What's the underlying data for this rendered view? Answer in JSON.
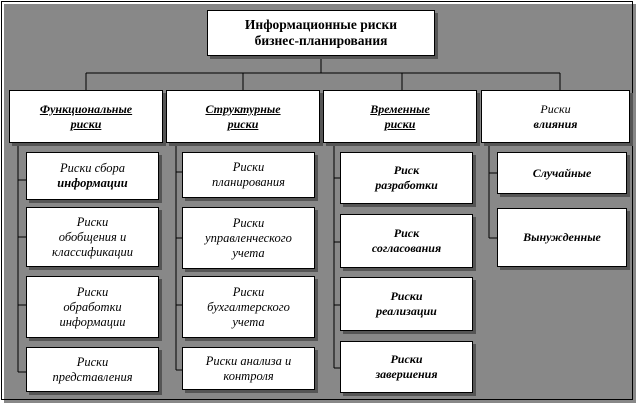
{
  "root": {
    "line1": "Информационные риски",
    "line2": "бизнес-планирования"
  },
  "categories": [
    {
      "line1": "Функциональные",
      "line2": "риски",
      "items": [
        {
          "lines": [
            "Риски сбора",
            "информации"
          ]
        },
        {
          "lines": [
            "Риски",
            "обобщения и",
            "классификации"
          ]
        },
        {
          "lines": [
            "Риски",
            "обработки",
            "информации"
          ]
        },
        {
          "lines": [
            "Риски",
            "представления"
          ]
        }
      ]
    },
    {
      "line1": "Структурные",
      "line2": "риски",
      "items": [
        {
          "lines": [
            "Риски",
            "планирования"
          ]
        },
        {
          "lines": [
            "Риски",
            "управленческого",
            "учета"
          ]
        },
        {
          "lines": [
            "Риски",
            "бухгалтерского",
            "учета"
          ]
        },
        {
          "lines": [
            "Риски анализа и",
            "контроля"
          ]
        }
      ]
    },
    {
      "line1": "Временные",
      "line2": "риски",
      "items": [
        {
          "lines": [
            "Риск",
            "разработки"
          ]
        },
        {
          "lines": [
            "Риск",
            "согласования"
          ]
        },
        {
          "lines": [
            "Риски",
            "реализации"
          ]
        },
        {
          "lines": [
            "Риски",
            "завершения"
          ]
        }
      ]
    },
    {
      "line1": "Риски",
      "line2": "влияния",
      "items": [
        {
          "lines": [
            "Случайные"
          ]
        },
        {
          "lines": [
            "Вынужденные"
          ]
        }
      ]
    }
  ]
}
